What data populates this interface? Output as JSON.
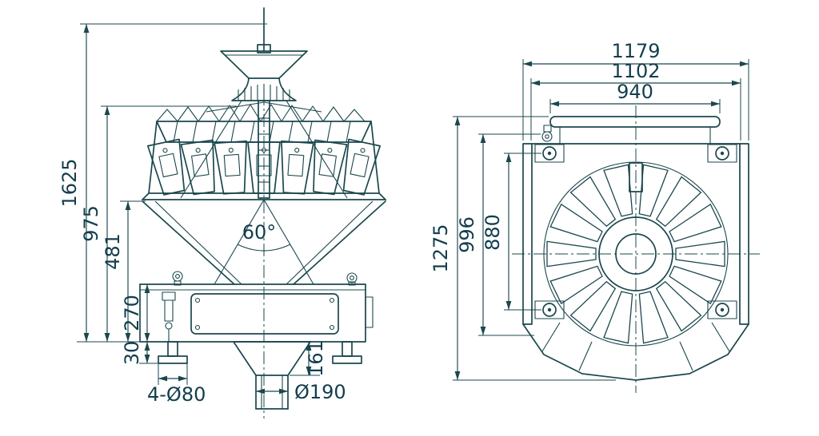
{
  "meta": {
    "title": "Multihead weigher technical drawing - front and top views"
  },
  "colors": {
    "line": "#1b474d",
    "text": "#123e4d"
  },
  "front_view": {
    "dimensions": {
      "total_height": "1625",
      "head_height": "975",
      "cone_height": "481",
      "frame_height": "270",
      "foot_height": "30",
      "outlet_height": "161",
      "cone_angle": "60°",
      "mount_holes": "4-Ø80",
      "outlet_diameter": "Ø190"
    }
  },
  "top_view": {
    "dimensions": {
      "overall_width": "1179",
      "inner_width": "1102",
      "plate_width": "940",
      "overall_depth": "1275",
      "inner_depth": "996",
      "mount_depth": "880"
    }
  }
}
